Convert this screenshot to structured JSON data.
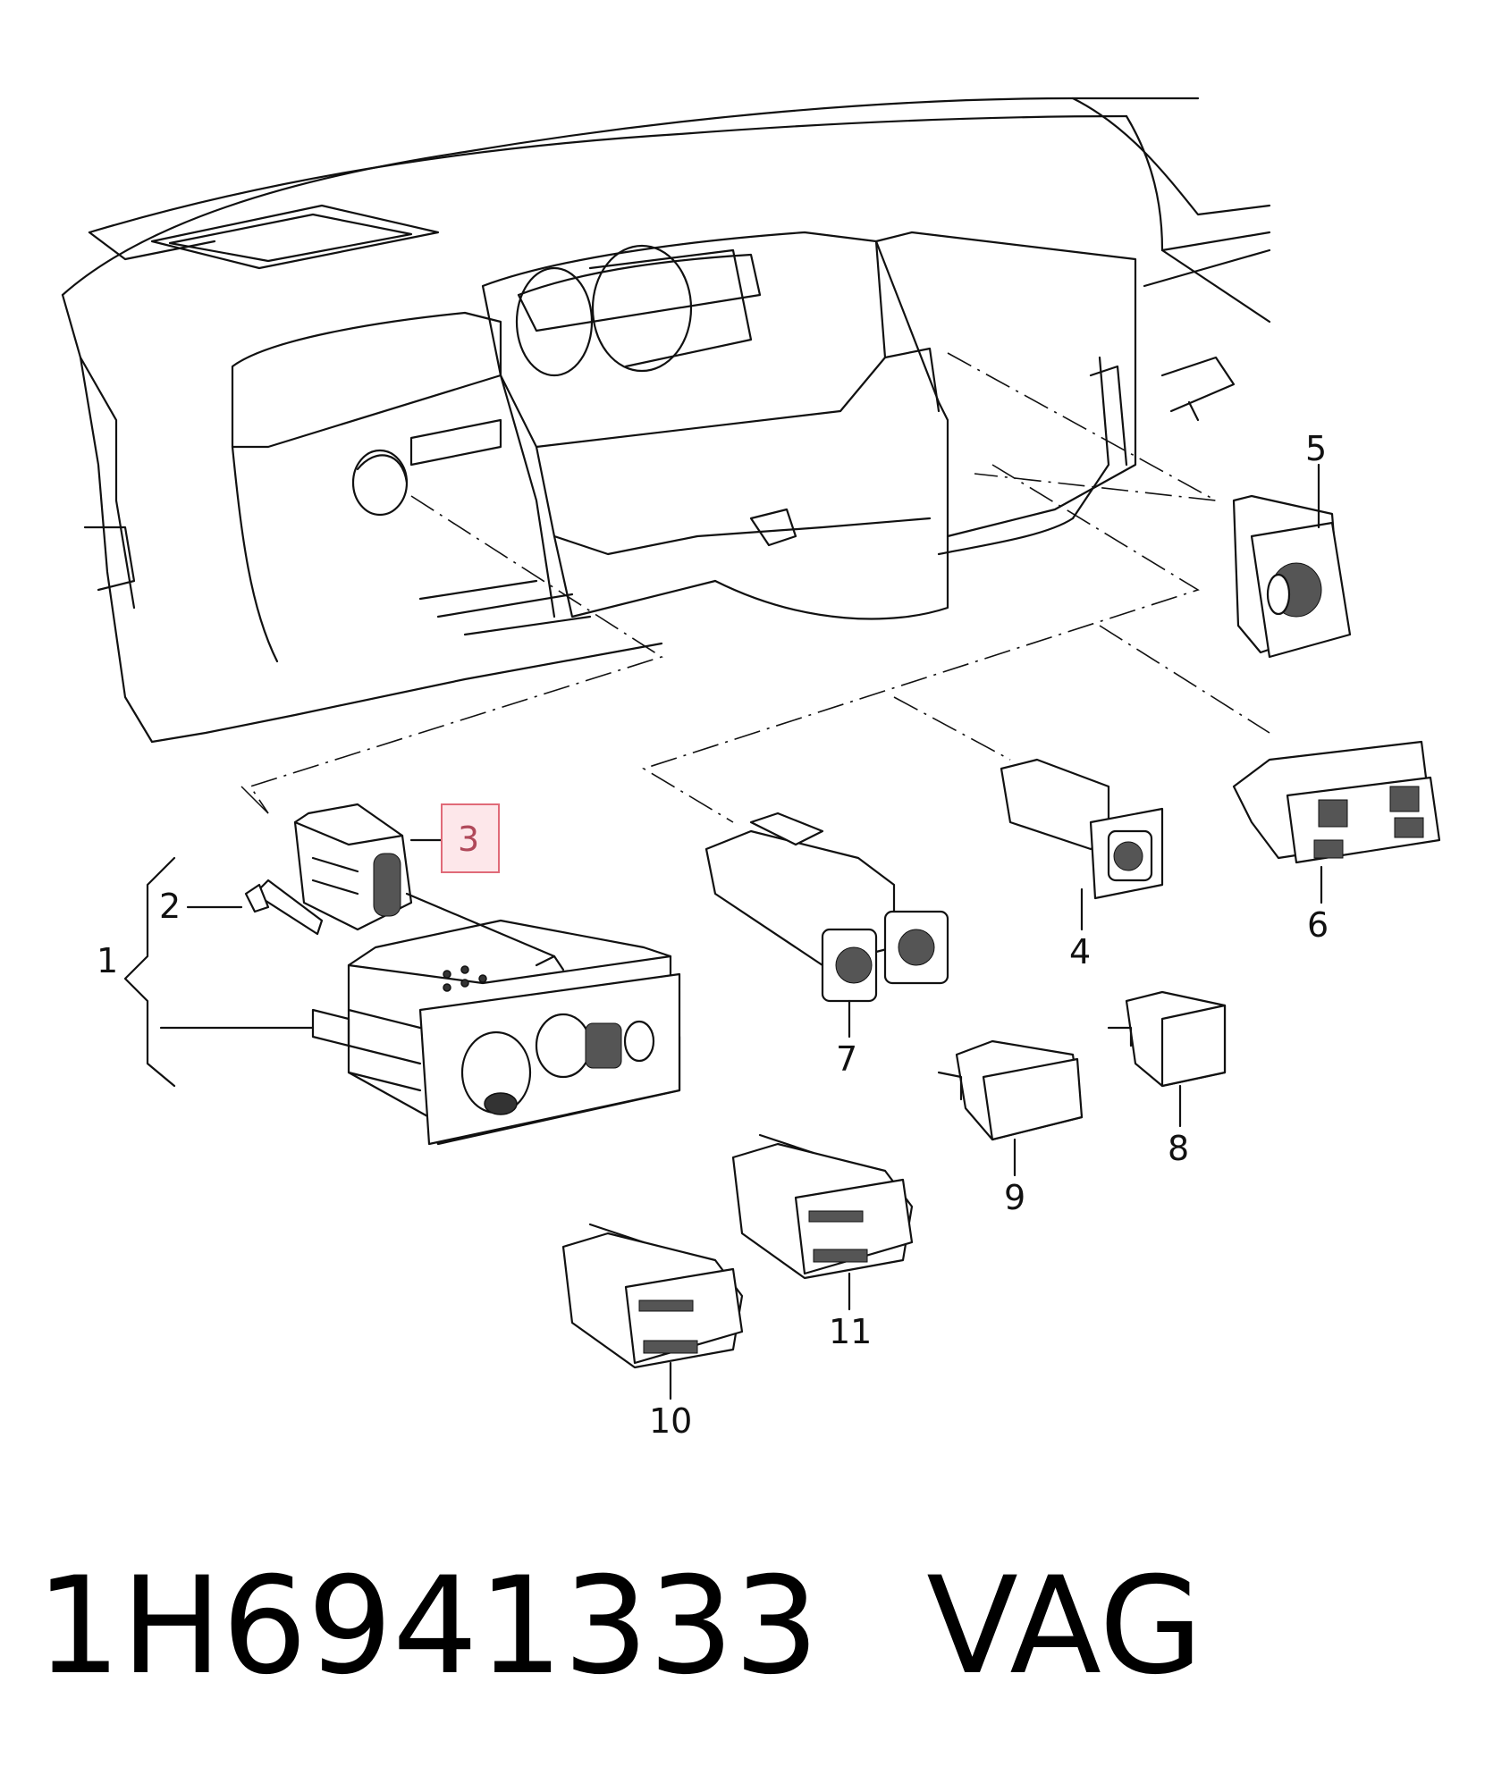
{
  "callouts": {
    "c1": "1",
    "c2": "2",
    "c3": "3",
    "c4": "4",
    "c5": "5",
    "c6": "6",
    "c7": "7",
    "c8": "8",
    "c9": "9",
    "c10": "10",
    "c11": "11"
  },
  "highlighted_callout": "3",
  "part_number": "1H6941333",
  "manufacturer": "VAG",
  "colors": {
    "highlight_fill": "#fde7ea",
    "highlight_stroke": "#e06a78",
    "line": "#111111"
  }
}
